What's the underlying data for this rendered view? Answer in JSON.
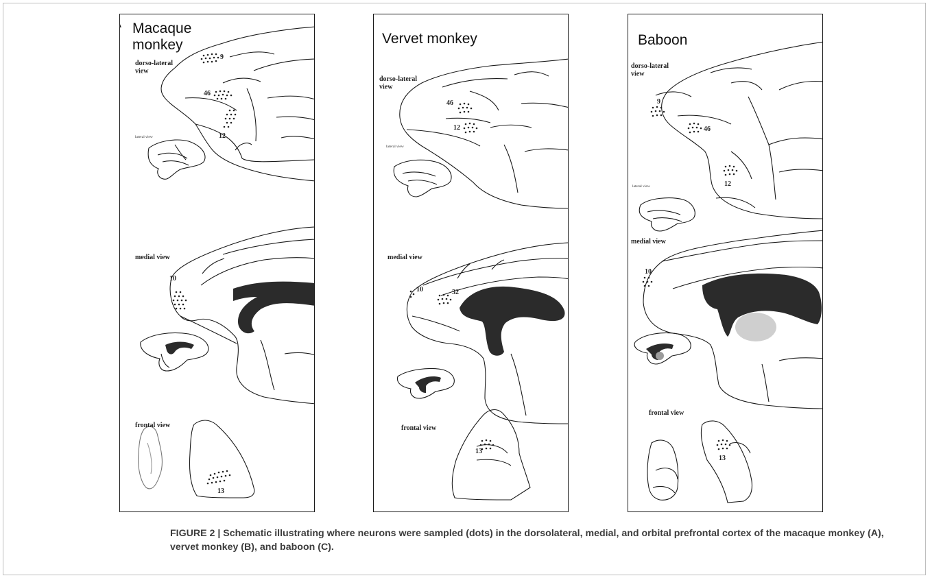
{
  "figure": {
    "panels": [
      {
        "letter": "A",
        "species": "Macaque\nmonkey",
        "views": {
          "dorsolateral": "dorso-lateral\nview",
          "lateral": "lateral view",
          "medial": "medial view",
          "frontal": "frontal view"
        },
        "areas": [
          "9",
          "46",
          "12",
          "10",
          "13"
        ]
      },
      {
        "letter": "B",
        "species": "Vervet monkey",
        "views": {
          "dorsolateral": "dorso-lateral\nview",
          "lateral": "lateral view",
          "medial": "medial view",
          "frontal": "frontal view"
        },
        "areas": [
          "46",
          "12",
          "10",
          "32",
          "13"
        ]
      },
      {
        "letter": "C",
        "species": "Baboon",
        "views": {
          "dorsolateral": "dorso-lateral\nview",
          "lateral": "lateral view",
          "medial": "medial view",
          "frontal": "frontal view"
        },
        "areas": [
          "9",
          "46",
          "12",
          "10",
          "13"
        ]
      }
    ],
    "caption": "FIGURE 2 | Schematic illustrating where neurons were sampled (dots) in the dorsolateral, medial, and orbital prefrontal cortex of the macaque monkey (A), vervet monkey (B), and baboon (C).",
    "colors": {
      "outline": "#1a1a1a",
      "corpus_callosum": "#2b2b2b",
      "thalamus": "#cfcfcf",
      "caption": "#3c3c3c"
    }
  }
}
